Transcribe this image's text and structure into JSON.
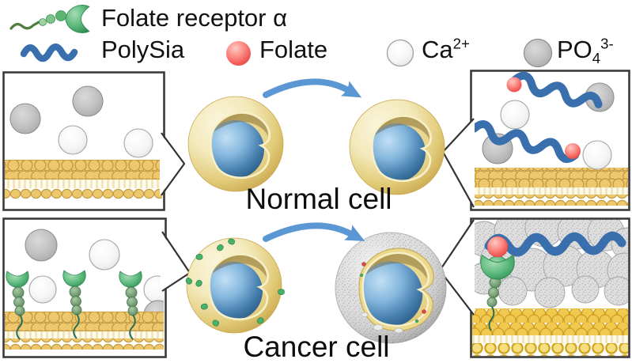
{
  "legend": {
    "folate_receptor": "Folate receptor α",
    "polysia": "PolySia",
    "folate": "Folate",
    "calcium_base": "Ca",
    "calcium_sup": "2+",
    "phosphate_base": "PO",
    "phosphate_sub": "4",
    "phosphate_sup": "3-"
  },
  "captions": {
    "normal_cell": "Normal cell",
    "cancer_cell": "Cancer cell"
  },
  "icons": {
    "folate_receptor": "receptor-crescent-icon",
    "polysia": "polysia-wave-icon",
    "folate": "folate-red-sphere-icon",
    "calcium": "calcium-light-sphere-icon",
    "phosphate": "phosphate-gray-sphere-icon"
  },
  "colors": {
    "polysia_blue": "#3a6fae",
    "arrow_blue": "#5b97d3",
    "folate_red": "#f2605c",
    "calcium_gray": "#ededed",
    "phosphate_gray": "#b5b5b5",
    "membrane_gold": "#eec86f",
    "shell_cream": "#efe4b2",
    "core_blue": "#477fae",
    "receptor_green": "#46b26a",
    "mineral_gray": "#dfdfdf",
    "text": "#111111",
    "panel_border": "#3a3a3a"
  }
}
